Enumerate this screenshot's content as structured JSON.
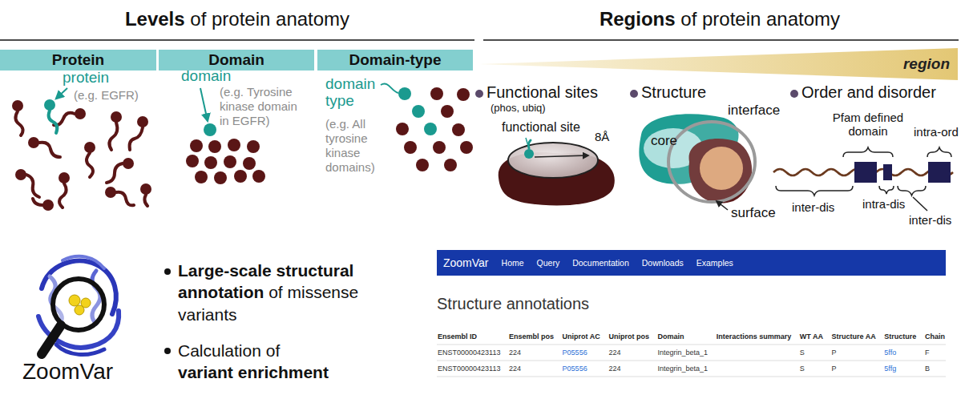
{
  "diagram": {
    "nodes": [
      {
        "text": [
          "Protein"
        ]
      },
      {
        "text": [
          "Domain"
        ]
      },
      {
        "text": [
          "Domain-type"
        ]
      },
      {
        "text": [
          "region"
        ]
      },
      {
        "text": [
          "ZoomVar",
          "Home",
          "Query",
          "Documentation",
          "Downloads",
          "Examples"
        ]
      }
    ],
    "labels": [
      "Levels",
      "of protein anatomy",
      "Regions",
      "of protein anatomy",
      "protein",
      "(e.g. EGFR)",
      "domain",
      "(e.g. Tyrosine kinase domain in EGFR)",
      "domain type",
      "(e.g. All tyrosine kinase domains)",
      "Functional sites",
      "(phos, ubiq)",
      "Structure",
      "Order and disorder",
      "functional site",
      "8Å",
      "core",
      "interface",
      "surface",
      "Pfam defined domain",
      "intra-ord",
      "intra-dis",
      "inter-dis",
      "inter-dis",
      "ZoomVar",
      "Large-scale structural annotation",
      "of missense variants",
      "Calculation of",
      "variant enrichment",
      "Structure annotations",
      "Ensembl ID",
      "Ensembl pos",
      "Uniprot AC",
      "Uniprot pos",
      "Domain",
      "Interactions summary",
      "WT AA",
      "Structure AA",
      "Structure",
      "Chain",
      "ENST00000423113",
      "224",
      "P05556",
      "224",
      "Integrin_beta_1",
      "S",
      "P",
      "5ffo",
      "F",
      "ENST00000423113",
      "224",
      "P05556",
      "224",
      "Integrin_beta_1",
      "S",
      "P",
      "5ffg",
      "B"
    ]
  }
}
